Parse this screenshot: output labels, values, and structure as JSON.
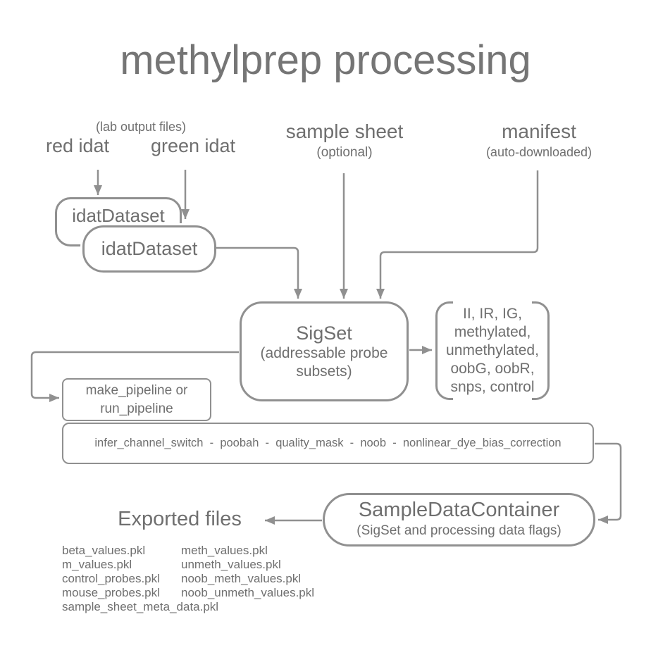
{
  "colors": {
    "stroke": "#909090",
    "text": "#6f6f6f",
    "title": "#757575"
  },
  "title": "methylprep processing",
  "inputs": {
    "lab_files_note": "(lab output files)",
    "red_idat": "red idat",
    "green_idat": "green idat",
    "sample_sheet": "sample sheet",
    "sample_sheet_note": "(optional)",
    "manifest": "manifest",
    "manifest_note": "(auto-downloaded)"
  },
  "nodes": {
    "idat_dataset_back": {
      "label": "idatDataset"
    },
    "idat_dataset_front": {
      "label": "idatDataset"
    },
    "sigset": {
      "title": "SigSet",
      "subtitle": "(addressable probe subsets)"
    },
    "sigset_subsets": {
      "lines": [
        "II, IR, IG,",
        "methylated,",
        "unmethylated,",
        "oobG, oobR,",
        "snps, control"
      ]
    },
    "pipeline": {
      "lines": [
        "make_pipeline or",
        "run_pipeline"
      ]
    },
    "processing_steps": {
      "label": "infer_channel_switch  -  poobah  -  quality_mask  -  noob  -  nonlinear_dye_bias_correction"
    },
    "sample_data_container": {
      "title": "SampleDataContainer",
      "subtitle": "(SigSet and processing data flags)"
    }
  },
  "exports": {
    "title": "Exported files",
    "column1": [
      "beta_values.pkl",
      "m_values.pkl",
      "control_probes.pkl",
      "mouse_probes.pkl",
      "sample_sheet_meta_data.pkl"
    ],
    "column2": [
      "meth_values.pkl",
      "unmeth_values.pkl",
      "noob_meth_values.pkl",
      "noob_unmeth_values.pkl"
    ]
  }
}
